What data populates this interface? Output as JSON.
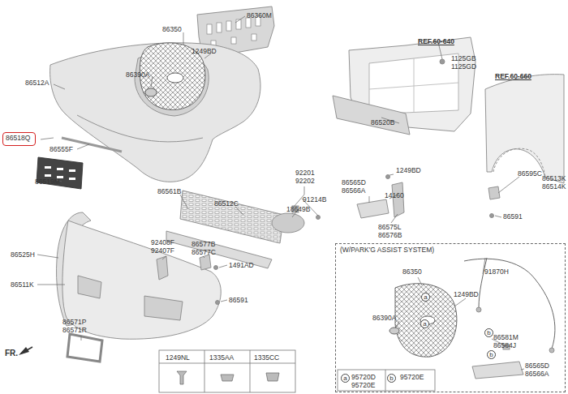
{
  "diagram": {
    "nodes": [
      {
        "text": [
          "86518Q"
        ]
      },
      {
        "text": [
          "(W/PARK'G ASSIST SYSTEM)"
        ]
      },
      {
        "text": [
          "a"
        ],
        "in": 1
      },
      {
        "text": [
          "a"
        ],
        "in": 1
      },
      {
        "text": [
          "b"
        ],
        "in": 1
      },
      {
        "text": [
          "b"
        ],
        "in": 1
      },
      {
        "text": [
          "a"
        ],
        "in": 1
      },
      {
        "text": [
          "b"
        ],
        "in": 1
      }
    ],
    "labels": [
      "86360M",
      "86350",
      "1249BD",
      "86390A",
      "86512A",
      "86555F",
      "86519M",
      "86561B",
      "86512C",
      "92201",
      "92202",
      "91214B",
      "18649B",
      "86525H",
      "86511K",
      "92408F",
      "92407F",
      "86577B",
      "86577C",
      "1491AD",
      "86591",
      "86571P",
      "86571R",
      "FR.",
      "1249NL",
      "1335AA",
      "1335CC",
      "REF.60-640",
      "1125GB",
      "1125GD",
      "REF.60-660",
      "86520B",
      "1249BD",
      "86565D",
      "86566A",
      "14160",
      "86575L",
      "86576B",
      "86595C",
      "86513K",
      "86514K",
      "86591",
      "86350",
      "91870H",
      "1249BD",
      "86390A",
      "86581M",
      "86584J",
      "86565D",
      "86566A",
      "95720D",
      "95720E",
      "95720E"
    ]
  }
}
